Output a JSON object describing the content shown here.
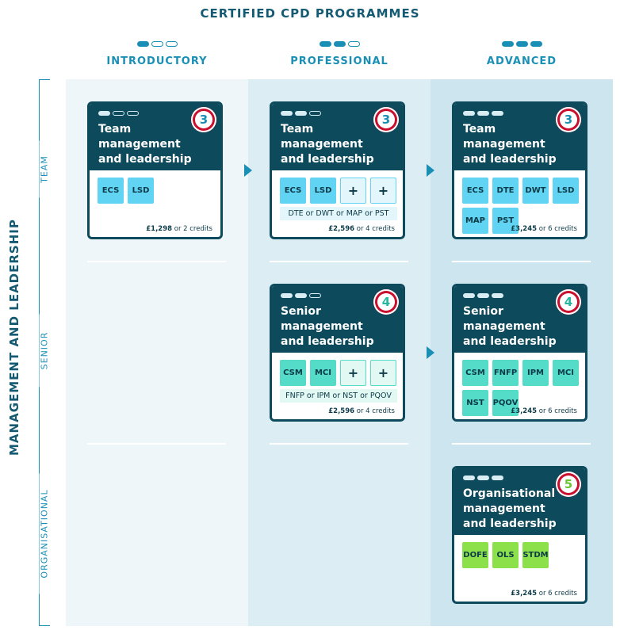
{
  "title": "CERTIFIED CPD PROGRAMMES",
  "columns": [
    {
      "label": "INTRODUCTORY",
      "level": 1
    },
    {
      "label": "PROFESSIONAL",
      "level": 2
    },
    {
      "label": "ADVANCED",
      "level": 3
    }
  ],
  "rows": [
    "TEAM",
    "SENIOR",
    "ORGANISATIONAL"
  ],
  "axis_label": "MANAGEMENT AND LEADERSHIP",
  "colors": {
    "team_chip": "#60d4f2",
    "senior_chip": "#54dcc8",
    "organisational_chip": "#8ce04a",
    "card_header": "#0d4a5c",
    "badge_ring": "#c8102e"
  },
  "cards": {
    "team_intro": {
      "title": "Team management and leadership",
      "badge": "3",
      "level": 1,
      "modules": [
        "ECS",
        "LSD"
      ],
      "price": "£1,298",
      "price_suffix": " or 2 credits"
    },
    "team_pro": {
      "title": "Team management and leadership",
      "badge": "3",
      "level": 2,
      "modules": [
        "ECS",
        "LSD",
        "+",
        "+"
      ],
      "options": "DTE or DWT or MAP or PST",
      "price": "£2,596",
      "price_suffix": " or 4 credits"
    },
    "team_adv": {
      "title": "Team management and leadership",
      "badge": "3",
      "level": 3,
      "modules": [
        "ECS",
        "DTE",
        "DWT",
        "LSD",
        "MAP",
        "PST"
      ],
      "price": "£3,245",
      "price_suffix": " or 6 credits"
    },
    "senior_pro": {
      "title": "Senior management and leadership",
      "badge": "4",
      "level": 2,
      "modules": [
        "CSM",
        "MCI",
        "+",
        "+"
      ],
      "options": "FNFP or IPM or NST or PQOV",
      "price": "£2,596",
      "price_suffix": " or 4 credits"
    },
    "senior_adv": {
      "title": "Senior management and leadership",
      "badge": "4",
      "level": 3,
      "modules": [
        "CSM",
        "FNFP",
        "IPM",
        "MCI",
        "NST",
        "PQOV"
      ],
      "price": "£3,245",
      "price_suffix": " or 6 credits"
    },
    "org_adv": {
      "title": "Organisational management and leadership",
      "badge": "5",
      "level": 3,
      "modules": [
        "DOFE",
        "OLS",
        "STDM"
      ],
      "price": "£3,245",
      "price_suffix": " or 6 credits"
    }
  }
}
